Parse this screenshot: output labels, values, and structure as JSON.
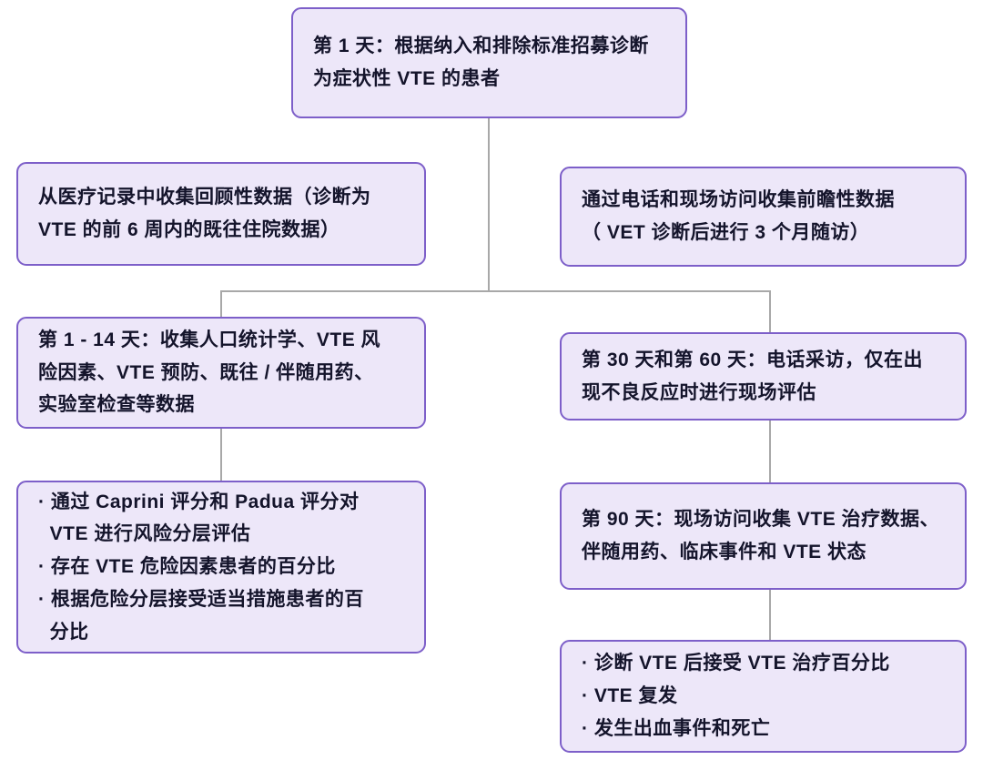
{
  "colors": {
    "node_fill": "#EDE7F9",
    "node_border": "#7D5FC9",
    "connector": "#A8A8A8",
    "text": "#14142B",
    "background": "#FFFFFF"
  },
  "nodes": {
    "day1": {
      "text": "第 1 天：根据纳入和排除标准招募诊断\n为症状性 VTE 的患者"
    },
    "retrospective": {
      "text": "从医疗记录中收集回顾性数据（诊断为\nVTE 的前 6 周内的既往住院数据）"
    },
    "prospective": {
      "text": "通过电话和现场访问收集前瞻性数据\n（ VET 诊断后进行 3 个月随访）"
    },
    "day1_14": {
      "text": "第 1 - 14 天：收集人口统计学、VTE 风\n险因素、VTE 预防、既往 / 伴随用药、\n实验室检查等数据"
    },
    "day30_60": {
      "text": "第 30 天和第 60 天：电话采访，仅在出\n现不良反应时进行现场评估"
    },
    "risk_stratification": {
      "text": "· 通过 Caprini 评分和 Padua 评分对\n  VTE 进行风险分层评估\n· 存在 VTE 危险因素患者的百分比\n· 根据危险分层接受适当措施患者的百\n  分比"
    },
    "day90": {
      "text": "第 90 天：现场访问收集 VTE 治疗数据、\n伴随用药、临床事件和 VTE 状态"
    },
    "outcomes": {
      "text": "· 诊断 VTE 后接受 VTE 治疗百分比\n· VTE 复发\n· 发生出血事件和死亡"
    }
  }
}
